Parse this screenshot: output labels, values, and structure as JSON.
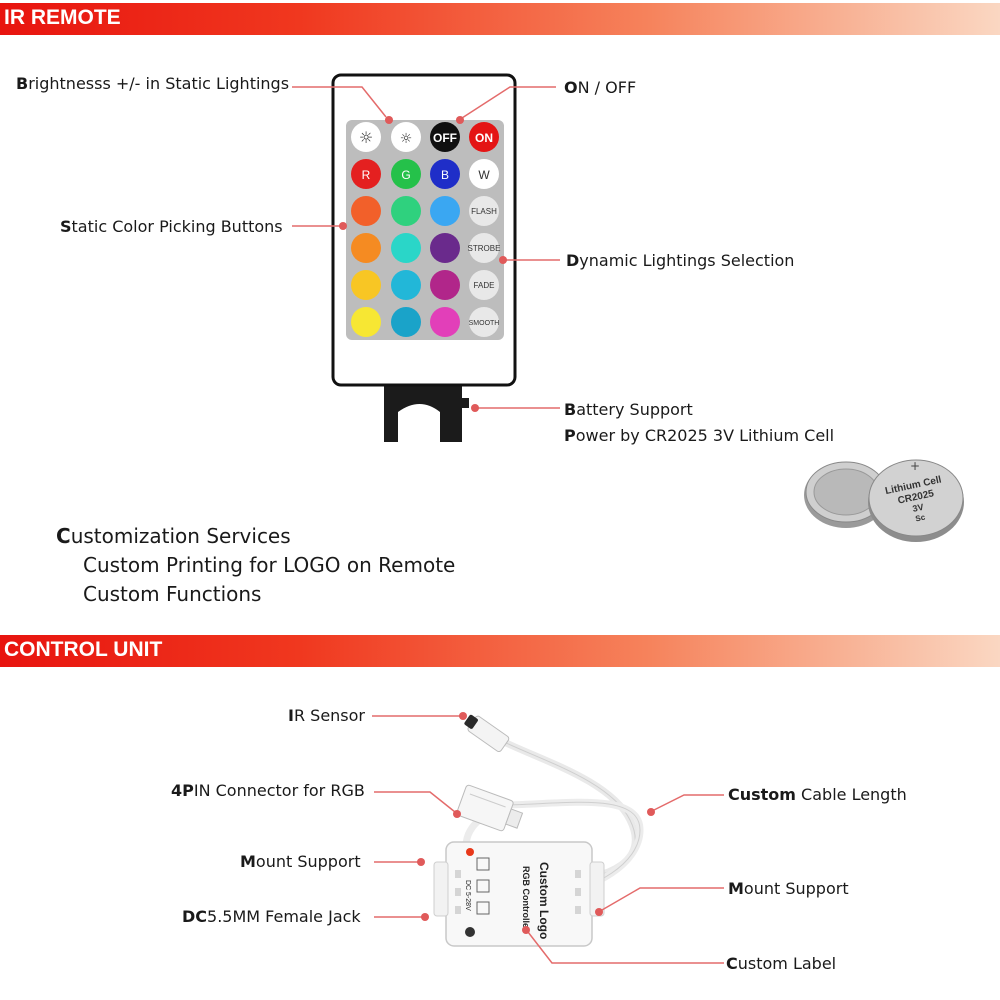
{
  "sections": {
    "ir_remote": "IR REMOTE",
    "control_unit": "CONTROL UNIT"
  },
  "remote": {
    "row1": [
      "OFF",
      "ON"
    ],
    "rgbw": [
      "R",
      "G",
      "B",
      "W"
    ],
    "modes": [
      "FLASH",
      "STROBE",
      "FADE",
      "SMOOTH"
    ]
  },
  "callouts": {
    "brightness": {
      "first": "B",
      "rest": "rightnesss +/- in Static Lightings"
    },
    "onoff": {
      "first": "O",
      "rest": "N / OFF"
    },
    "static_color": {
      "first": "S",
      "rest": "tatic Color Picking Buttons"
    },
    "dynamic": {
      "first": "D",
      "rest": "ynamic Lightings Selection"
    },
    "battery1": {
      "first": "B",
      "rest": "attery Support"
    },
    "battery2": {
      "first": "P",
      "rest": "ower by CR2025 3V Lithium Cell"
    }
  },
  "battery_cell": {
    "line1": "Lithium Cell",
    "line2": "CR2025",
    "line3": "3V",
    "line4": "Sc"
  },
  "customization": {
    "title_first": "C",
    "title_rest": "ustomization Services",
    "item1": "Custom Printing for LOGO on Remote",
    "item2": "Custom Functions"
  },
  "control_callouts": {
    "ir_sensor": {
      "first": "I",
      "rest": "R Sensor"
    },
    "pin4": {
      "first": "4P",
      "rest": "IN Connector for RGB"
    },
    "mount_left": {
      "first": "M",
      "rest": "ount Support"
    },
    "dc_jack": {
      "first": "DC",
      "rest": "5.5MM Female Jack"
    },
    "cable_length": {
      "first": "Custom",
      "rest": " Cable Length"
    },
    "mount_right": {
      "first": "M",
      "rest": "ount Support"
    },
    "custom_label": {
      "first": "C",
      "rest": "ustom Label"
    }
  },
  "controller_box": {
    "logo": "Custom Logo",
    "name": "RGB Controller",
    "spec": "DC 5-28V"
  },
  "colors": {
    "accent": "#e8140f",
    "callout_line": "#e05a5a"
  }
}
